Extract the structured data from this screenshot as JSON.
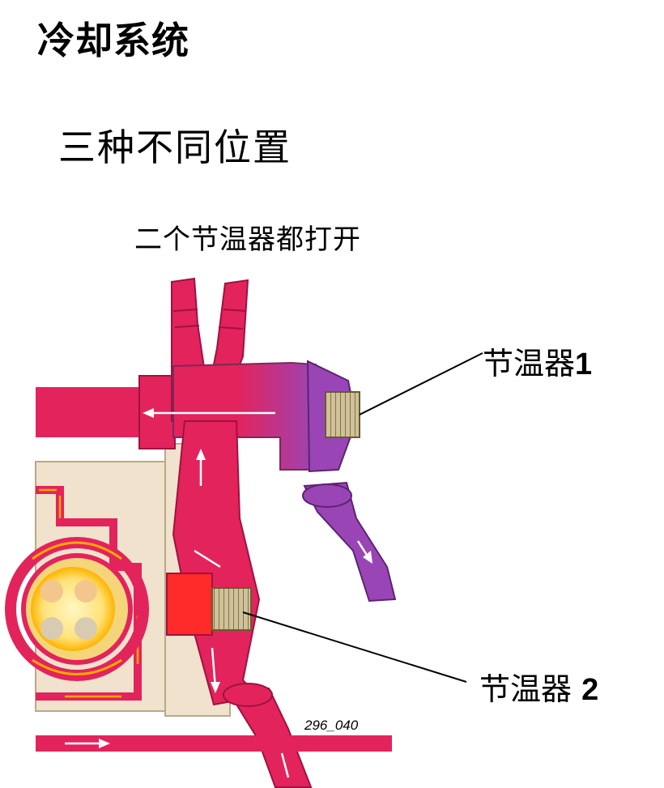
{
  "title": "冷却系统",
  "subtitle": "三种不同位置",
  "caption": "二个节温器都打开",
  "labels": {
    "thermostat_1_text": "节温器",
    "thermostat_1_num": "1",
    "thermostat_2_text": "节温器 ",
    "thermostat_2_num": "2"
  },
  "figure_number": "296_040",
  "colors": {
    "hot_coolant": "#e3235c",
    "cool_coolant": "#9a45b5",
    "engine_block": "#f0e2cc",
    "thermostat": "#c8b98e",
    "flow_arrow": "#ffffff",
    "hot_arrow": "#ffaa00"
  }
}
